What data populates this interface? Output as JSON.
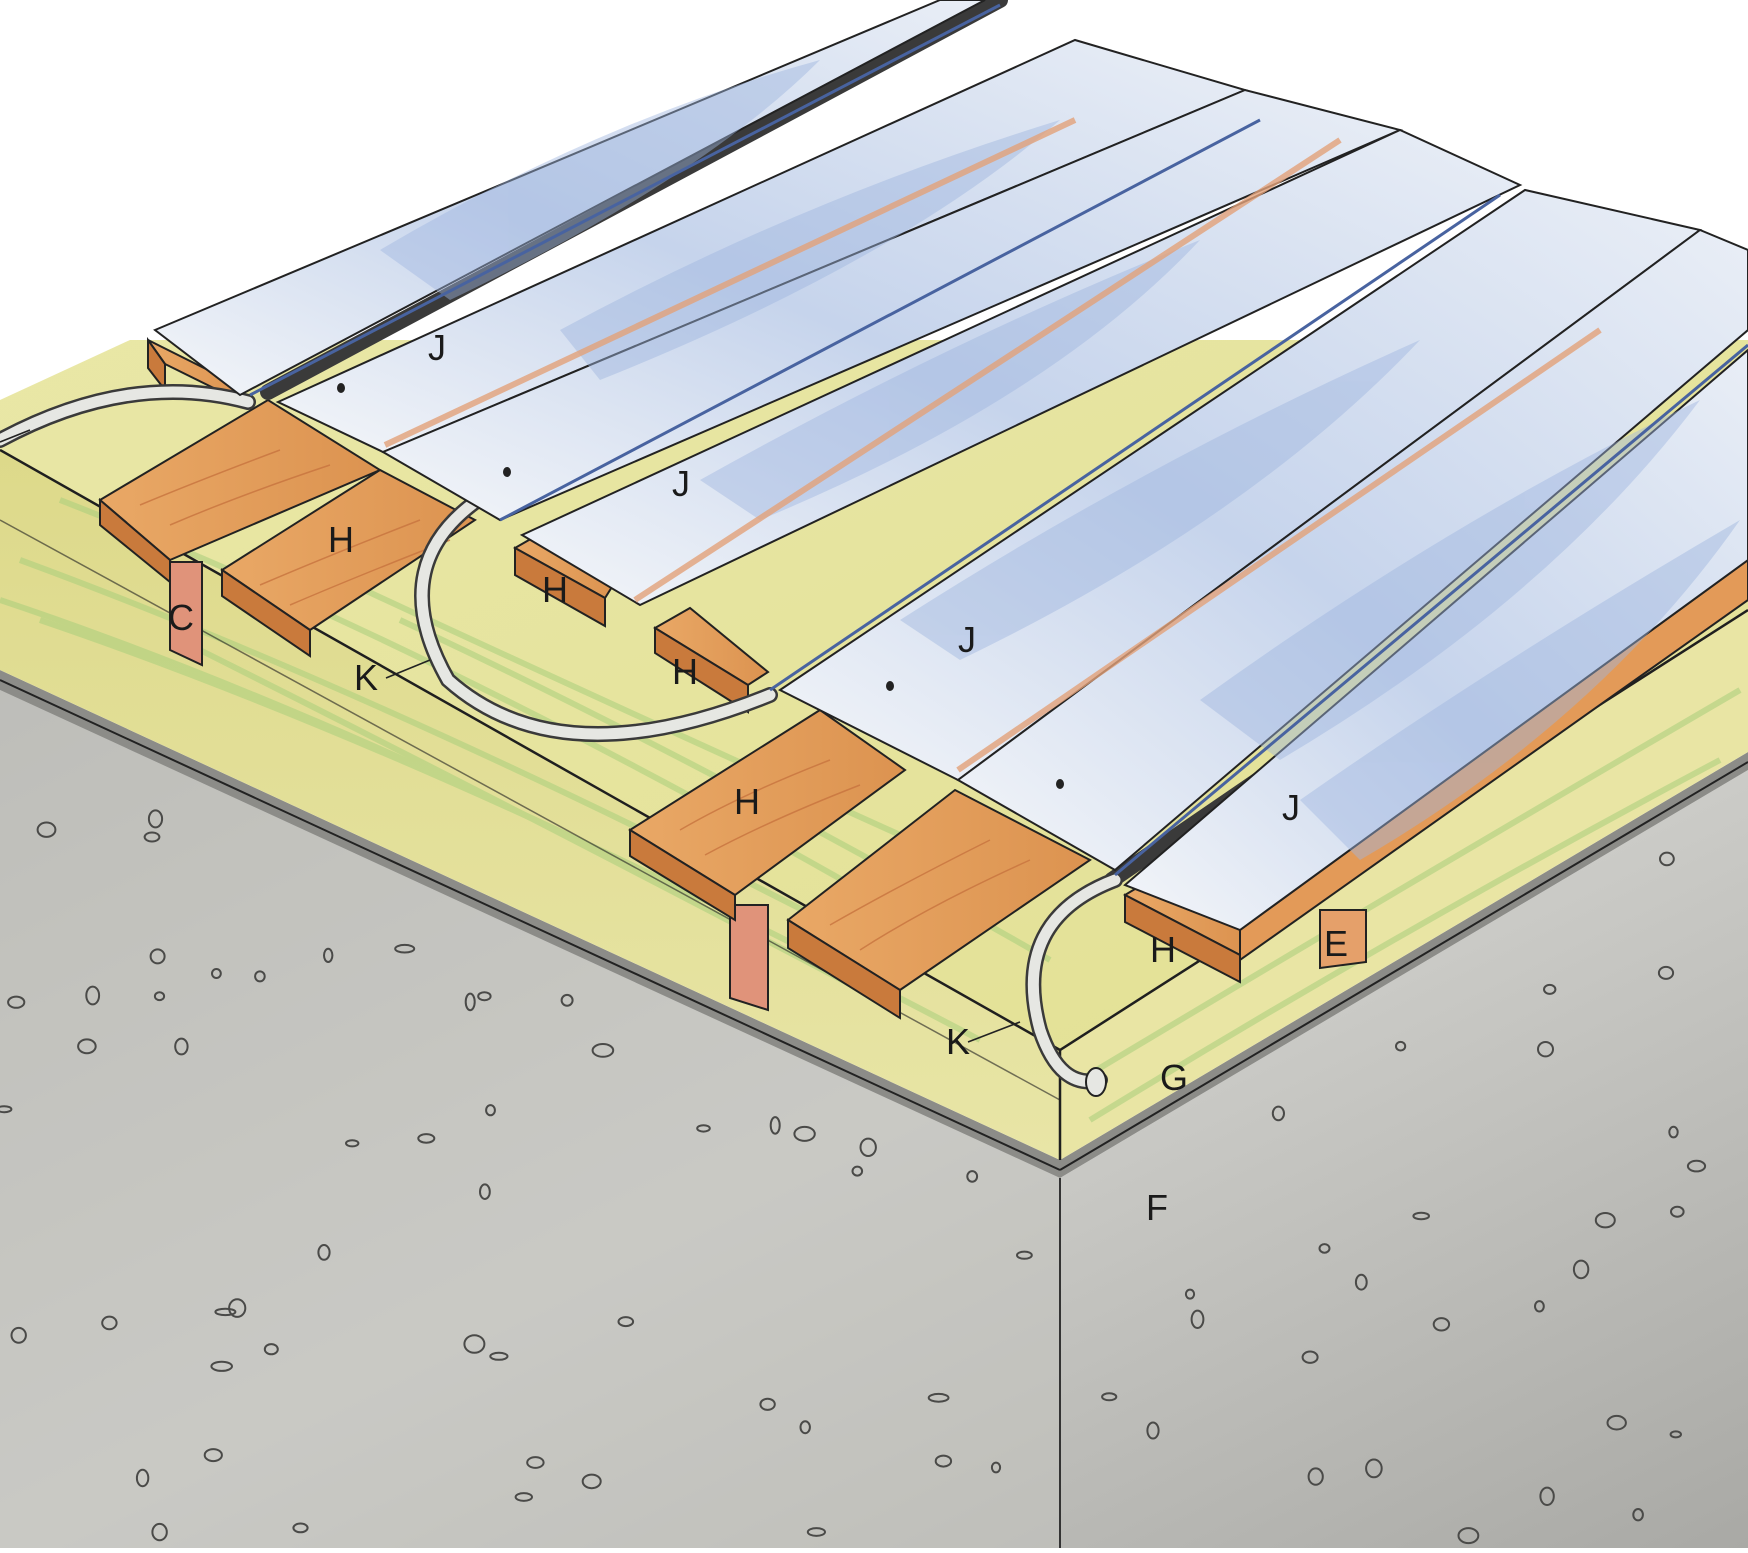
{
  "labels": {
    "J": "J",
    "H": "H",
    "C": "C",
    "K": "K",
    "E": "E",
    "G": "G",
    "F": "F"
  },
  "colors": {
    "concrete": "#c9c9c6",
    "concrete_dark": "#9d9d99",
    "insulation": "#e6e4a0",
    "insulation_side": "#d8d58c",
    "insulation_green": "#a9cf7c",
    "wood": "#e7a463",
    "wood_grain": "#c8743f",
    "plate": "#eef2f6",
    "plate_blue": "#a7bde0",
    "tube": "#e5e6e2",
    "ink": "#1f1f1f"
  }
}
